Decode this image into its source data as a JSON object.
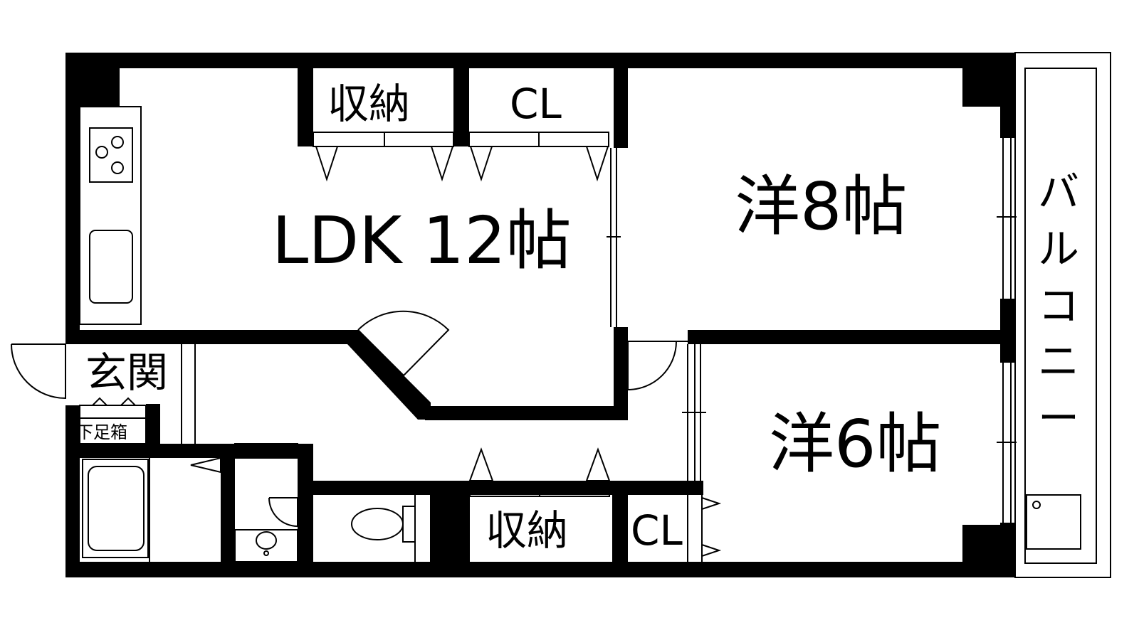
{
  "rooms": {
    "ldk": "LDK 12帖",
    "western8": "洋8帖",
    "western6": "洋6帖",
    "entrance": "玄関",
    "shoe_cabinet": "下足箱",
    "storage_top": "収納",
    "storage_bottom": "収納",
    "closet_top": "CL",
    "closet_bottom": "CL"
  },
  "balcony": {
    "label": [
      "バ",
      "ル",
      "コ",
      "ニ",
      "ー"
    ]
  },
  "colors": {
    "wall": "#000000",
    "line": "#000000",
    "background": "#ffffff"
  },
  "icons": [
    "stove-icon",
    "sink-icon",
    "bathtub-icon",
    "toilet-icon",
    "washbasin-icon",
    "floor-drain-icon"
  ]
}
